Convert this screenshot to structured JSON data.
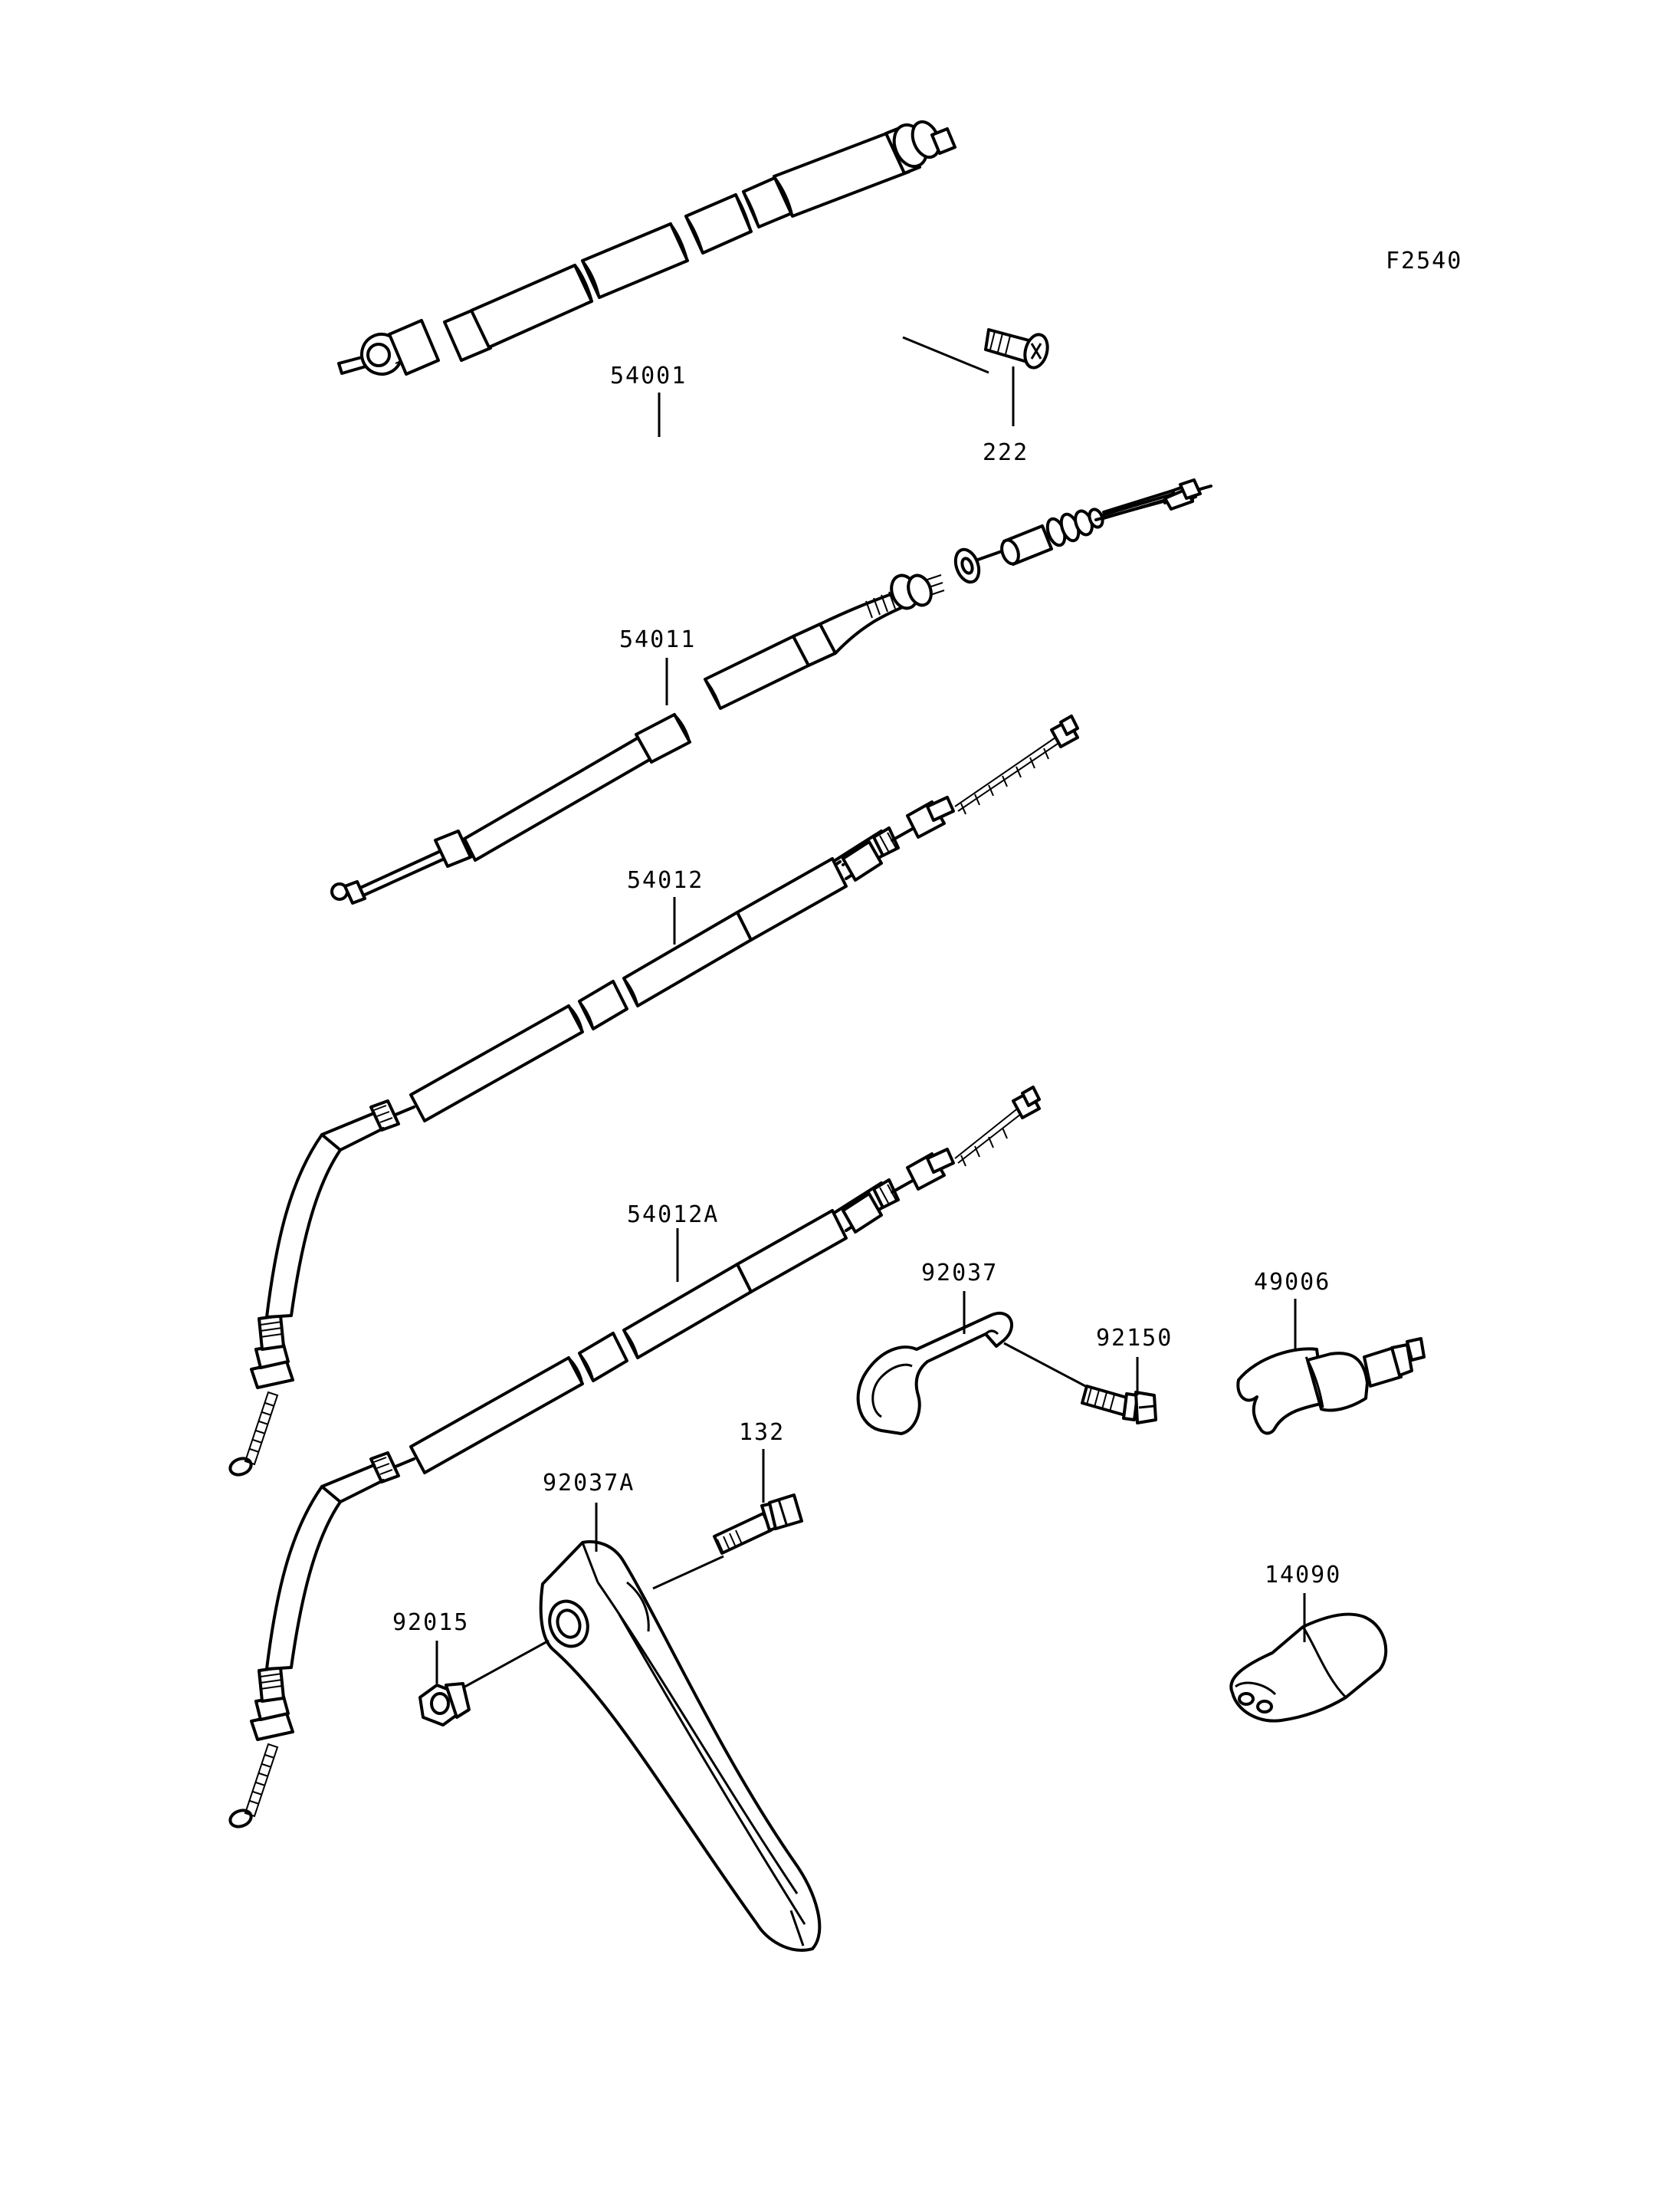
{
  "figure_code": "F2540",
  "parts": {
    "p54001": "54001",
    "p222": "222",
    "p54011": "54011",
    "p54012": "54012",
    "p54012A": "54012A",
    "p92037": "92037",
    "p92150": "92150",
    "p49006": "49006",
    "p132": "132",
    "p92037A": "92037A",
    "p92015": "92015",
    "p14090": "14090"
  }
}
